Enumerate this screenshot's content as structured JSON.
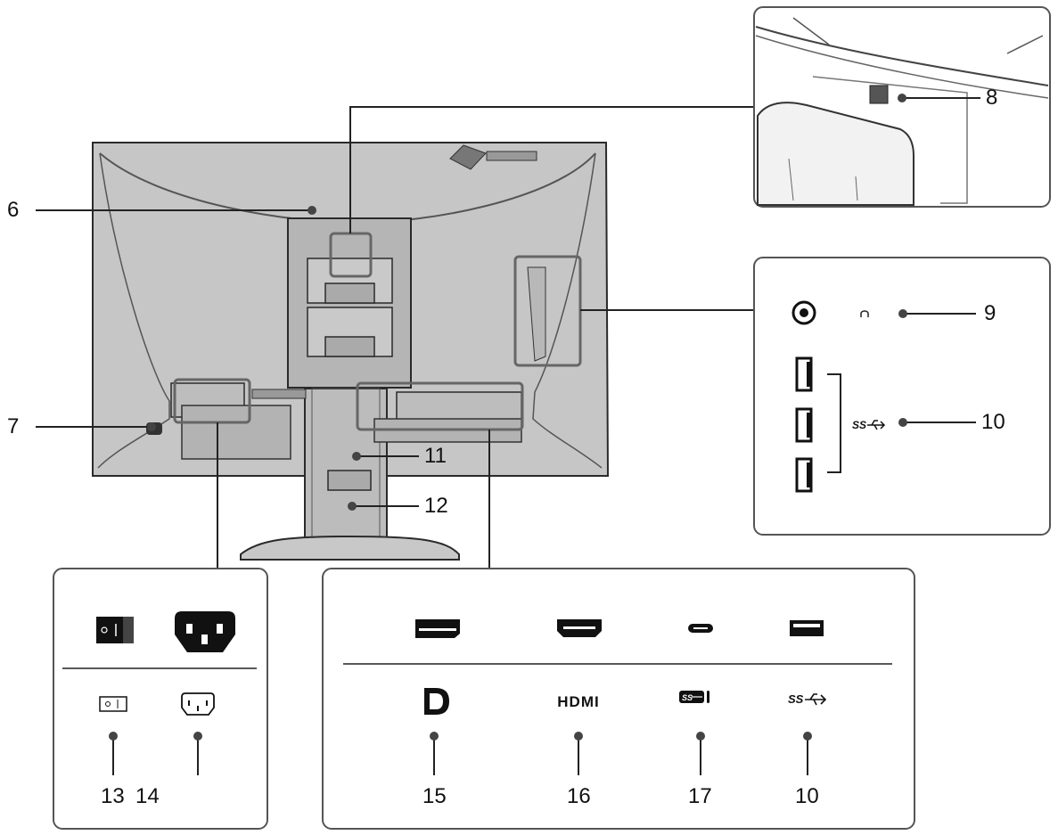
{
  "callouts": {
    "c6": "6",
    "c7": "7",
    "c8": "8",
    "c9": "9",
    "c10_top": "10",
    "c11": "11",
    "c12": "12",
    "c13": "13",
    "c14": "14",
    "c15": "15",
    "c16": "16",
    "c17": "17",
    "c10_bottom": "10"
  },
  "port_icons": {
    "power_switch": "power-switch-icon",
    "power_connector": "ac-power-connector-icon",
    "headphone": "headphone-icon",
    "usb_ss_side": "usb-superspeed-icon",
    "displayport": "displayport-icon",
    "hdmi": "hdmi-icon",
    "usb_c": "usb-c-superspeed-icon",
    "usb_a": "usb-superspeed-icon"
  },
  "logo_marks": {
    "hdmi_logo": "HDMI"
  },
  "colors": {
    "monitor_fill": "#c4c4c4",
    "monitor_edge": "#2b2b2b",
    "panel_border": "#555555",
    "text": "#111111"
  }
}
